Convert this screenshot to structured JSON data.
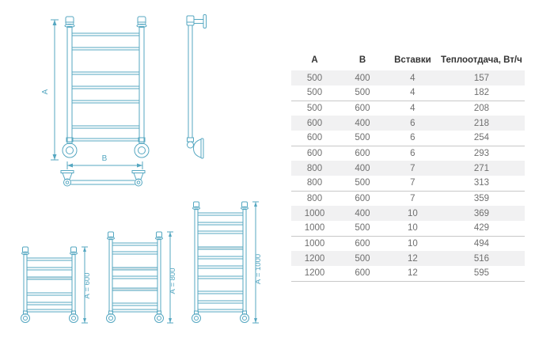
{
  "colors": {
    "accent": "#55a7c1",
    "band_fill": "#dde8ec",
    "row_shade": "#f1f1f2",
    "row_divider": "#c8c8c8",
    "header_text": "#333333",
    "cell_text": "#6f6f6f"
  },
  "diagram": {
    "dim_a_label": "А",
    "dim_b_label": "В",
    "variants": [
      {
        "label": "А = 600"
      },
      {
        "label": "А = 800"
      },
      {
        "label": "А = 1000"
      }
    ]
  },
  "table": {
    "headers": [
      "А",
      "В",
      "Вставки",
      "Теплоотдача, Вт/ч"
    ],
    "rows": [
      [
        "500",
        "400",
        "4",
        "157"
      ],
      [
        "500",
        "500",
        "4",
        "182"
      ],
      [
        "500",
        "600",
        "4",
        "208"
      ],
      [
        "600",
        "400",
        "6",
        "218"
      ],
      [
        "600",
        "500",
        "6",
        "254"
      ],
      [
        "600",
        "600",
        "6",
        "293"
      ],
      [
        "800",
        "400",
        "7",
        "271"
      ],
      [
        "800",
        "500",
        "7",
        "313"
      ],
      [
        "800",
        "600",
        "7",
        "359"
      ],
      [
        "1000",
        "400",
        "10",
        "369"
      ],
      [
        "1000",
        "500",
        "10",
        "429"
      ],
      [
        "1000",
        "600",
        "10",
        "494"
      ],
      [
        "1200",
        "500",
        "12",
        "516"
      ],
      [
        "1200",
        "600",
        "12",
        "595"
      ]
    ]
  }
}
